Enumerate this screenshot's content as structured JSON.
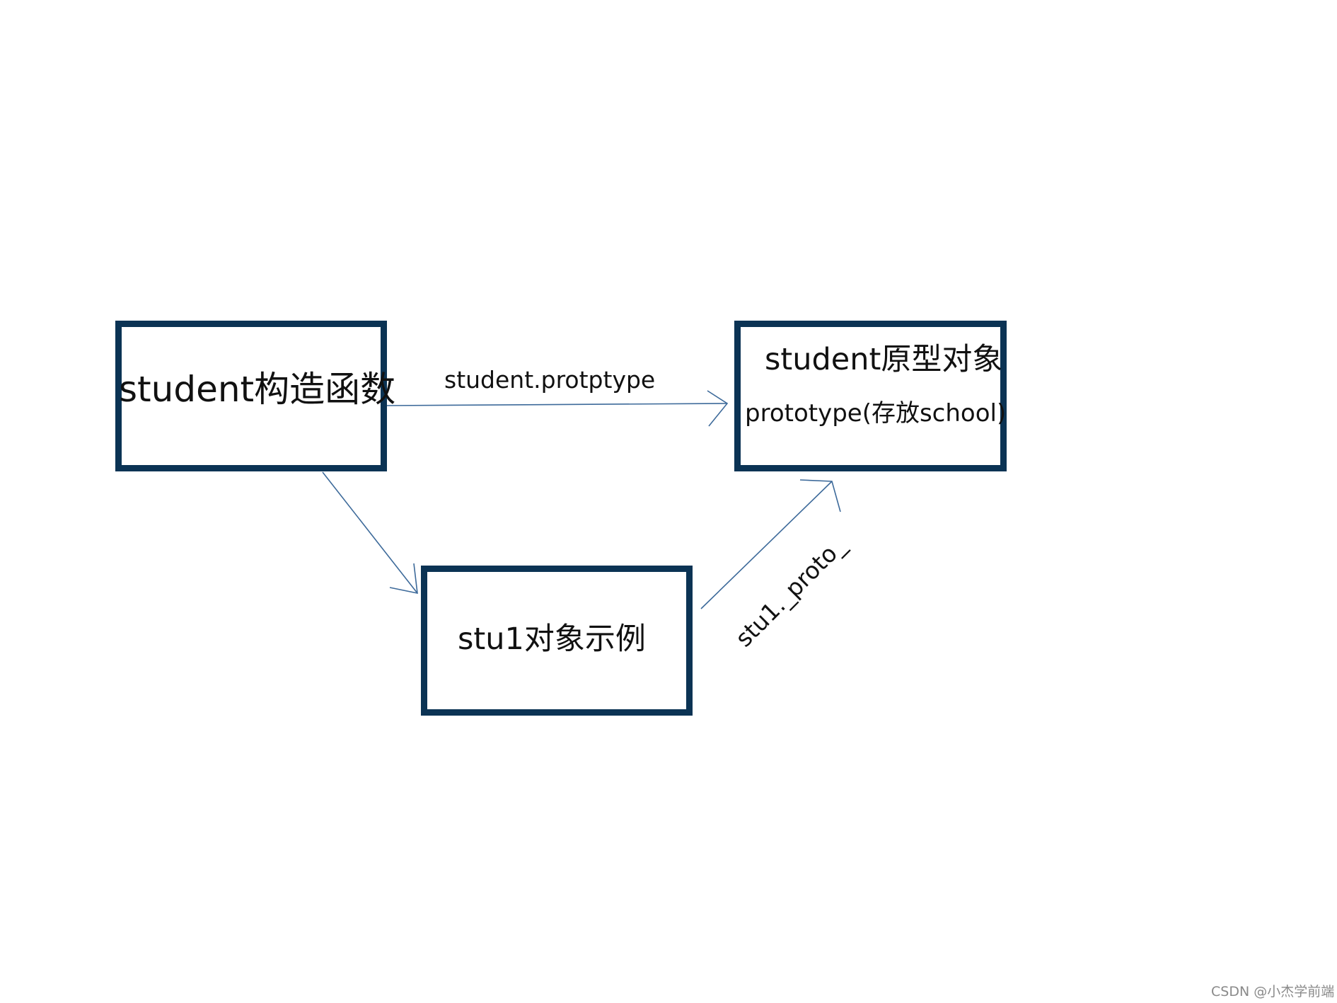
{
  "nodes": {
    "constructor": {
      "label": "student构造函数"
    },
    "prototype": {
      "label": "student原型对象",
      "sublabel": "prototype(存放school)"
    },
    "instance": {
      "label": "stu1对象示例"
    }
  },
  "edges": {
    "constructor_to_prototype": {
      "label": "student.protptype"
    },
    "constructor_to_instance": {
      "label": ""
    },
    "instance_to_prototype": {
      "label": "stu1._proto_"
    }
  },
  "watermark": "CSDN @小杰学前端",
  "colors": {
    "box_border": "#0b3354",
    "arrow": "#3d6a9a"
  }
}
